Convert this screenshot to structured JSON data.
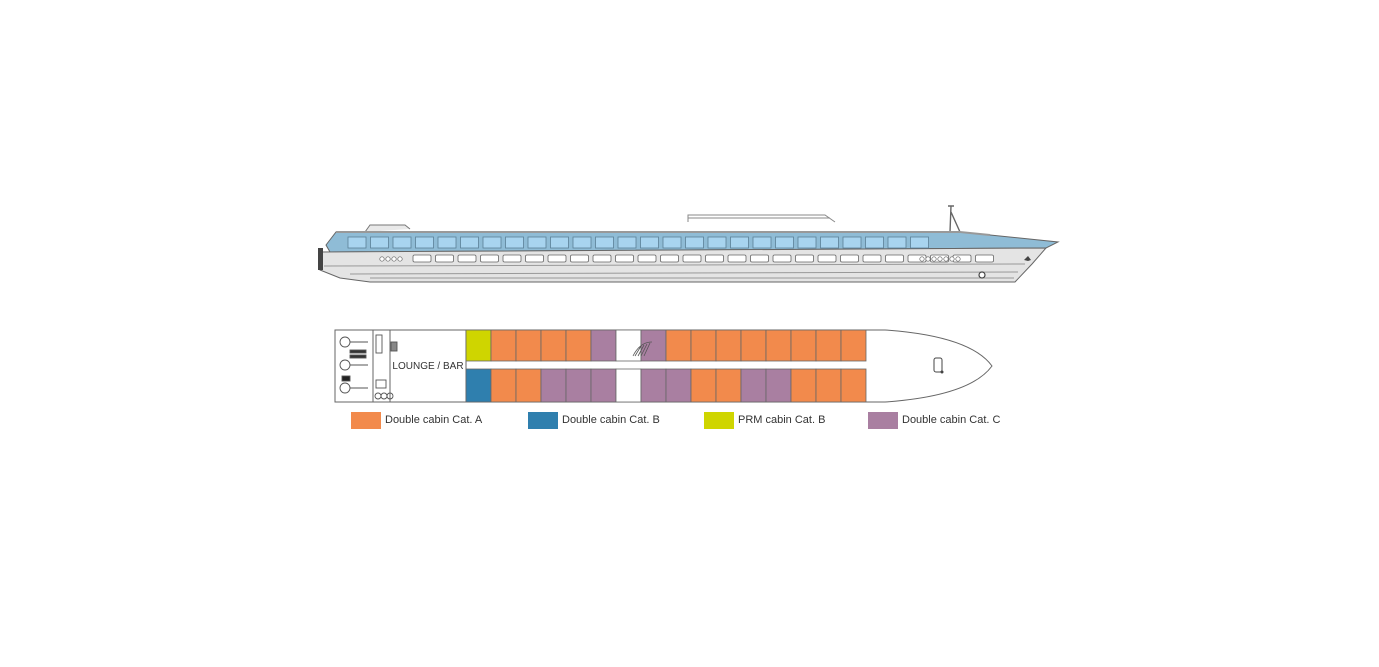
{
  "colors": {
    "cat_a": "#f28a4c",
    "cat_b": "#2f7fae",
    "prm_b": "#cfd500",
    "cat_c": "#a97fa1",
    "hull_blue": "#8fbcd6",
    "window_blue": "#a8d4ef",
    "hull_grey": "#e4e4e4",
    "line": "#555555"
  },
  "deck": {
    "lounge_label": "LOUNGE / BAR",
    "top_row": [
      "prm_b",
      "cat_a",
      "cat_a",
      "cat_a",
      "cat_a",
      "cat_c",
      "stairs",
      "cat_c",
      "cat_a",
      "cat_a",
      "cat_a",
      "cat_a",
      "cat_a",
      "cat_a",
      "cat_a",
      "cat_a"
    ],
    "bottom_row": [
      "cat_b",
      "cat_a",
      "cat_a",
      "cat_c",
      "cat_c",
      "cat_c",
      "corridor",
      "cat_c",
      "cat_c",
      "cat_a",
      "cat_a",
      "cat_c",
      "cat_c",
      "cat_a",
      "cat_a",
      "cat_a"
    ]
  },
  "legend": [
    {
      "key": "cat_a",
      "label": "Double cabin Cat. A"
    },
    {
      "key": "cat_b",
      "label": "Double cabin Cat. B"
    },
    {
      "key": "prm_b",
      "label": "PRM cabin Cat. B"
    },
    {
      "key": "cat_c",
      "label": "Double cabin Cat. C"
    }
  ]
}
